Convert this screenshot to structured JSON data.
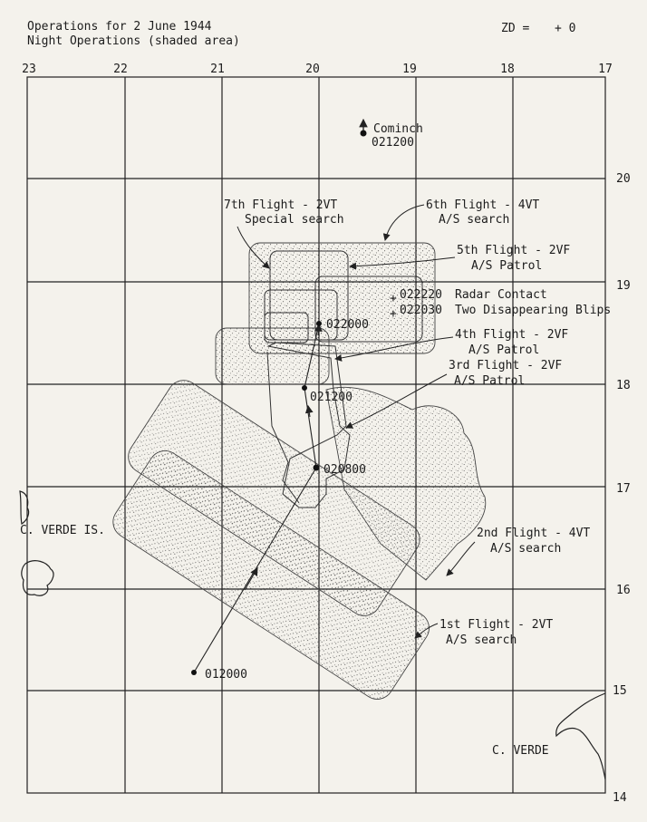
{
  "header": {
    "title": "Operations for 2 June 1944",
    "subtitle": "Night Operations (shaded area)",
    "zd_label": "ZD =",
    "zd_value": "+ 0"
  },
  "grid": {
    "longitudes": [
      "23",
      "22",
      "21",
      "20",
      "19",
      "18",
      "17"
    ],
    "latitudes": [
      "20",
      "19",
      "18",
      "17",
      "16",
      "15",
      "14"
    ]
  },
  "positions": {
    "cominch": {
      "name": "Cominch",
      "time": "021200"
    },
    "p012000": "012000",
    "p020800": "020800",
    "p021200": "021200",
    "p022000": "022000"
  },
  "contacts": [
    {
      "time": "022220",
      "text": "Radar Contact"
    },
    {
      "time": "022030",
      "text": "Two Disappearing Blips"
    }
  ],
  "flights": {
    "f7": {
      "name": "7th Flight - 2VT",
      "task": "Special search"
    },
    "f6": {
      "name": "6th Flight - 4VT",
      "task": "A/S search"
    },
    "f5": {
      "name": "5th Flight - 2VF",
      "task": "A/S Patrol"
    },
    "f4": {
      "name": "4th Flight - 2VF",
      "task": "A/S  Patrol"
    },
    "f3": {
      "name": "3rd Flight - 2VF",
      "task": "A/S Patrol"
    },
    "f2": {
      "name": "2nd Flight - 4VT",
      "task": "A/S search"
    },
    "f1": {
      "name": "1st Flight - 2VT",
      "task": "A/S search"
    }
  },
  "places": {
    "verde_is": "C. VERDE IS.",
    "verde": "C. VERDE"
  }
}
